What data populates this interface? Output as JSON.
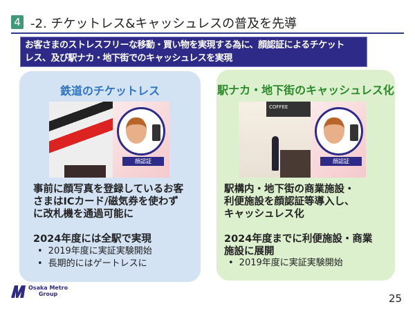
{
  "header": {
    "section_number": "4",
    "title": "-2. チケットレス&キャッシュレスの普及を先導"
  },
  "banner": {
    "lines": [
      "お客さまのストレスフリーな移動・買い物を実現する為に、顔認証によるチケット",
      "レス、及び駅ナカ・地下街でのキャッシュレスを実現"
    ]
  },
  "left_panel": {
    "title": "鉄道のチケットレス",
    "image_label": "顔認証",
    "description": [
      "事前に顔写真を登録しているお客",
      "さまはICカード/磁気券を使わず",
      "に改札機を通過可能に"
    ],
    "goal": "2024年度には全駅で実現",
    "bullets": [
      "2019年度に実証実験開始",
      "長期的にはゲートレスに"
    ]
  },
  "right_panel": {
    "title": "駅ナカ・地下街のキャッシュレス化",
    "image_label": "顔認証",
    "image_sign": "COFFEE",
    "description": [
      "駅構内・地下街の商業施設・",
      "利便施設を顔認証等導入し、",
      "キャッシュレス化"
    ],
    "goal": [
      "2024年度までに利便施設・商業",
      "施設に展開"
    ],
    "bullets": [
      "2019年度に実証実験開始"
    ]
  },
  "footer": {
    "logo_text": [
      "Osaka Metro",
      "Group"
    ],
    "page_number": "25"
  },
  "colors": {
    "banner": "#2e2a88",
    "left_title": "#2d74c4",
    "right_title": "#2a8a2a",
    "left_panel": "#d4e3f4",
    "right_panel": "#dcf0cd"
  }
}
